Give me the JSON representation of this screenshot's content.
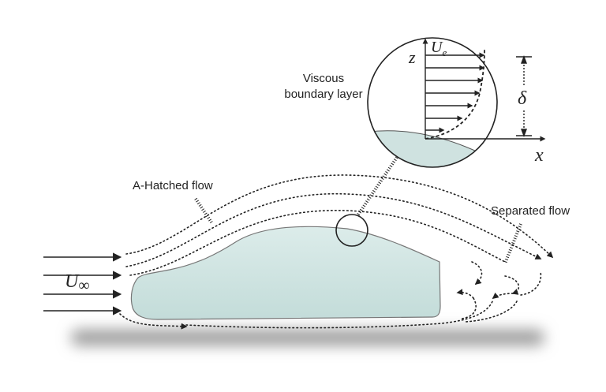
{
  "labels": {
    "viscous_line1": "Viscous",
    "viscous_line2": "boundary layer",
    "attached_flow": "A-Hatched flow",
    "separated_flow": "Separated flow",
    "freestream_base": "U",
    "freestream_sub": "∞",
    "edge_velocity_base": "U",
    "edge_velocity_sub": "e",
    "axis_z": "z",
    "axis_x": "x",
    "thickness": "δ"
  },
  "colors": {
    "body_fill": "#d5e8e6",
    "stroke": "#222222",
    "shadow": "#9a9a9a"
  }
}
